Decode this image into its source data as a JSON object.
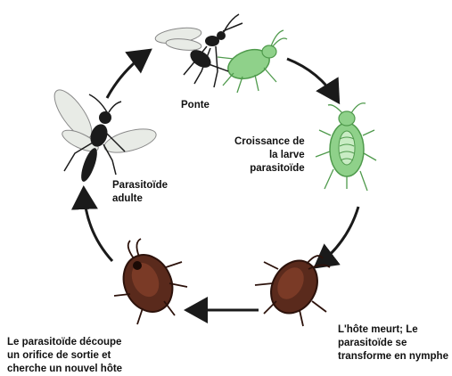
{
  "stages": {
    "ponte": "Ponte",
    "croissance": "Croissance de\nla larve\nparasitoïde",
    "adulte": "Parasitoïde\nadulte",
    "hote_meurt": "L'hôte meurt; Le\nparasitoïde se\ntransforme en nymphe",
    "sortie": "Le parasitoïde découpe\nun orifice de sortie et\ncherche un nouvel hôte"
  },
  "colors": {
    "arrow": "#1a1a1a",
    "aphid_green": "#8fd18a",
    "aphid_green_dark": "#4f9a4c",
    "mummy_brown": "#5a2a1c",
    "mummy_dark": "#2c120b",
    "wasp_body": "#1b1b1b",
    "wing": "#e8ebe6"
  }
}
